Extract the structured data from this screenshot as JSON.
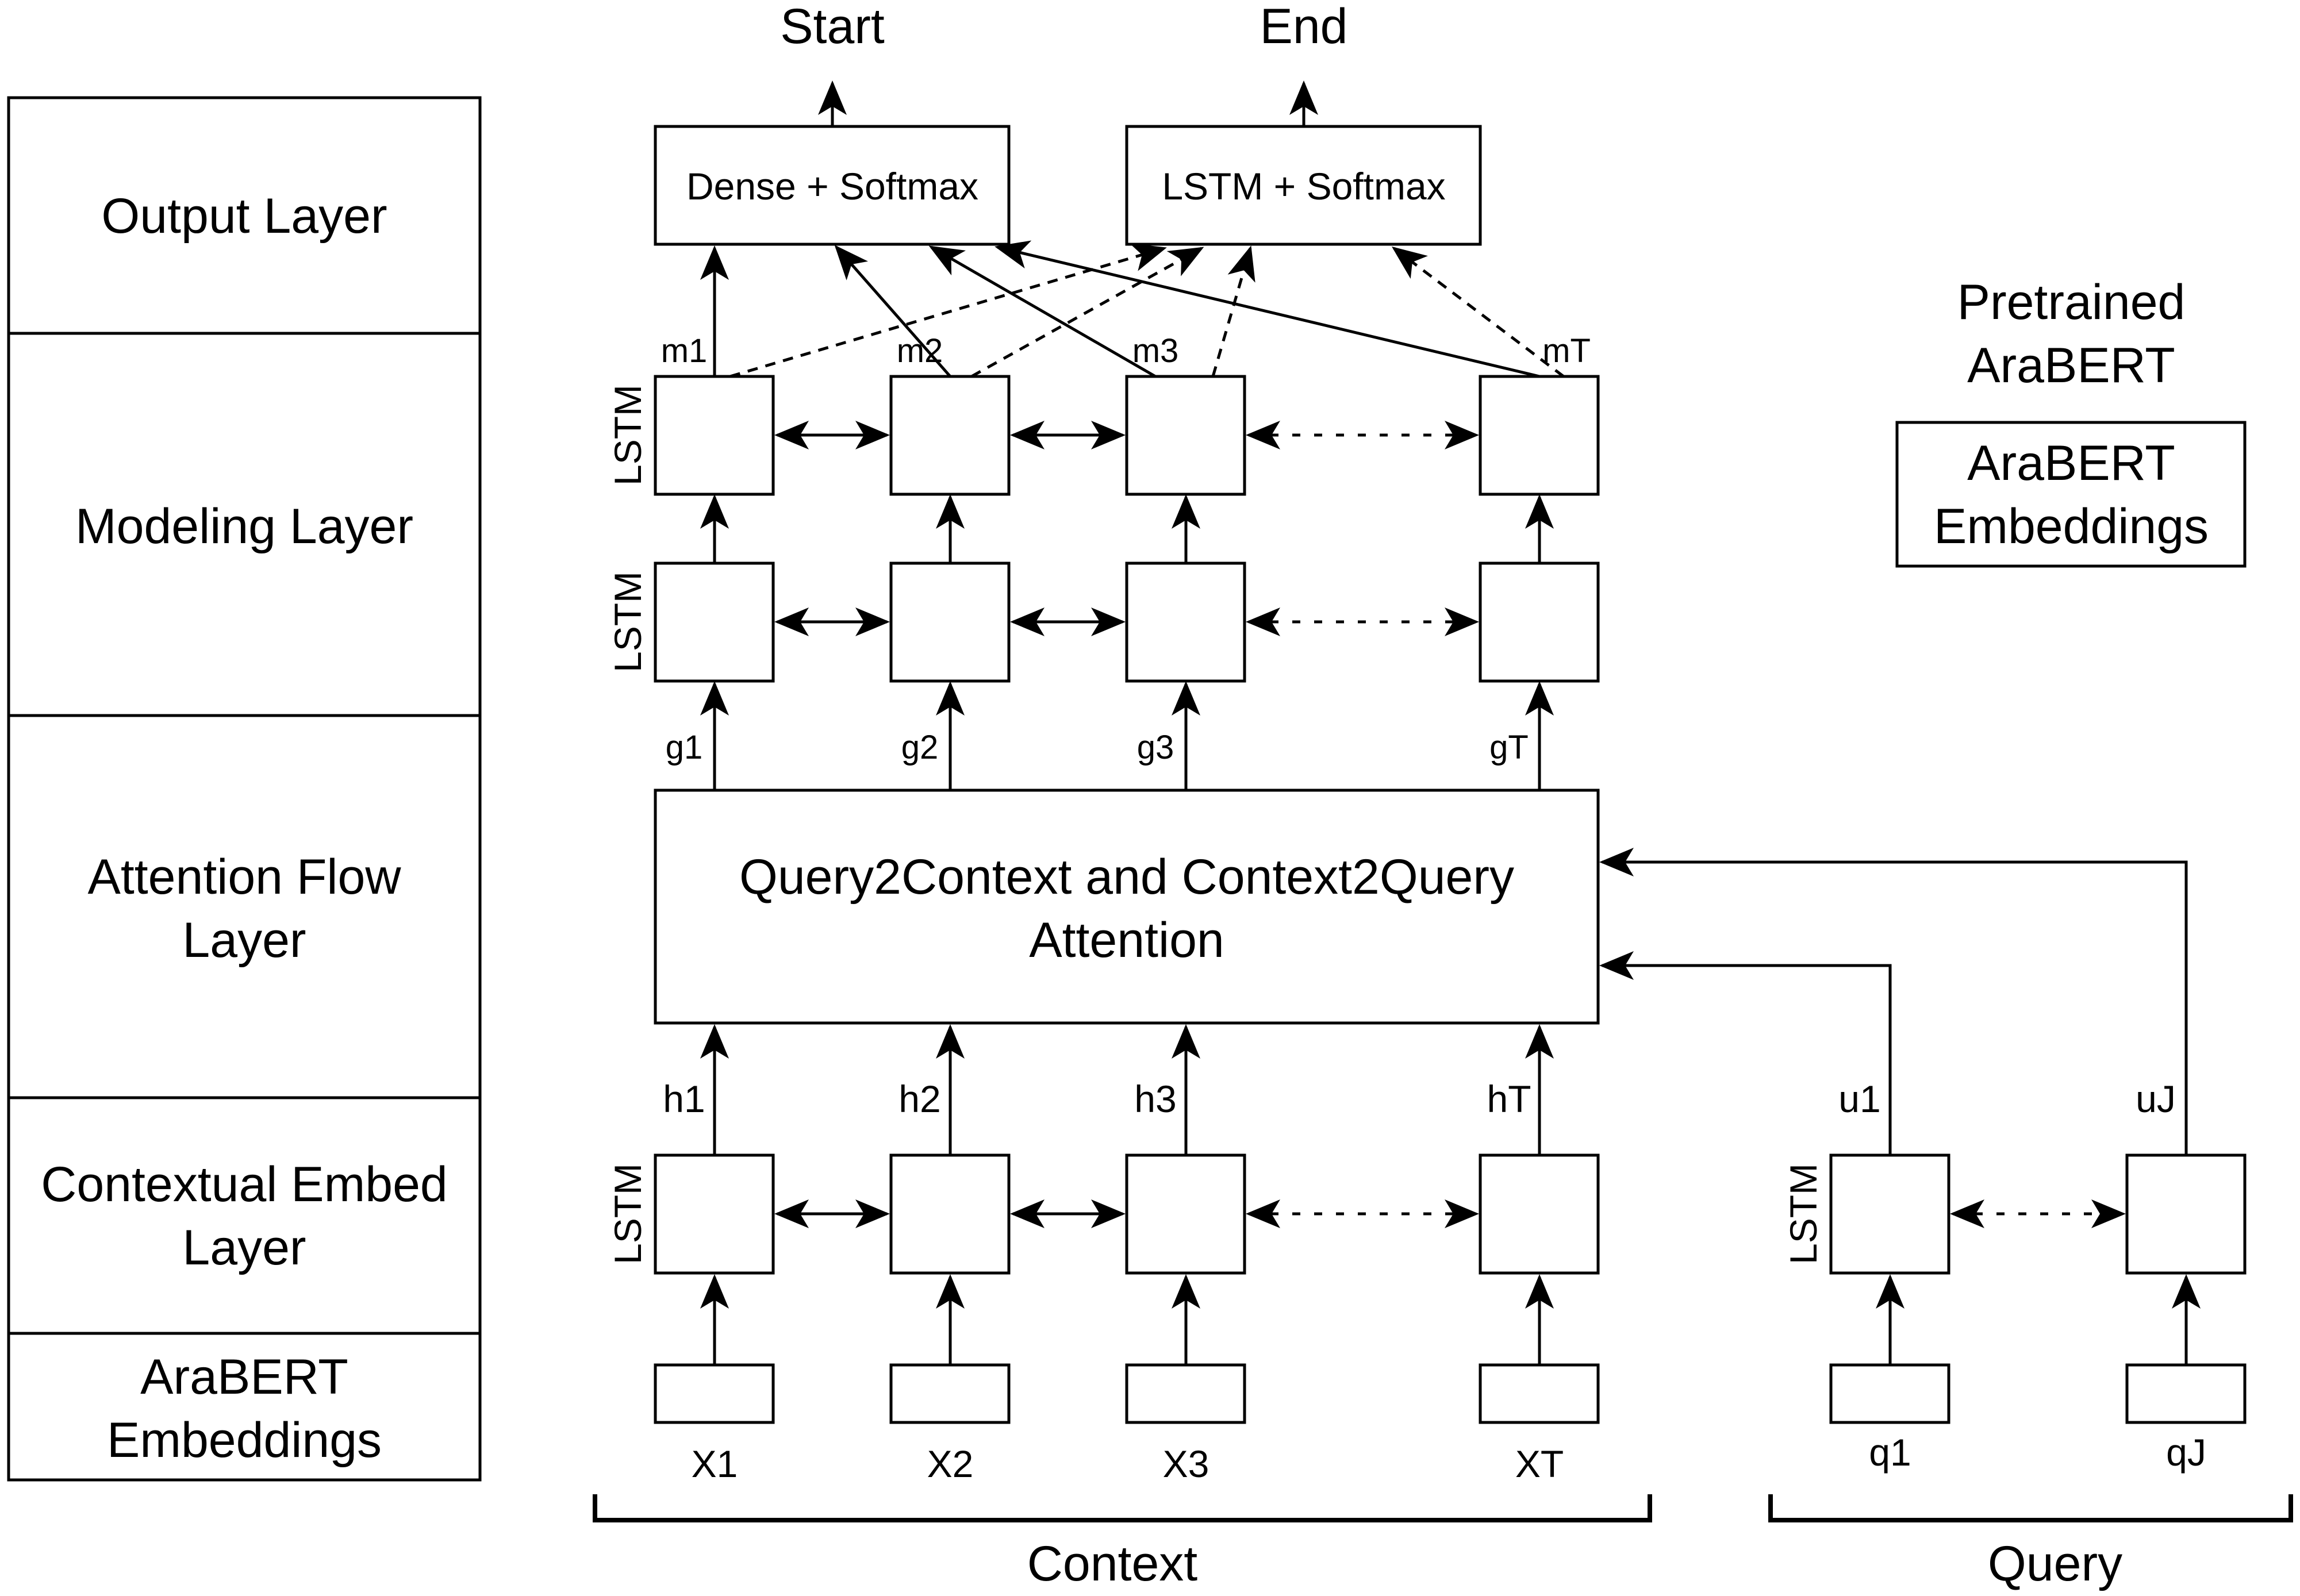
{
  "layers": {
    "output": "Output Layer",
    "modeling": "Modeling Layer",
    "attention_line1": "Attention Flow",
    "attention_line2": "Layer",
    "contextual_line1": "Contextual Embed",
    "contextual_line2": "Layer",
    "embed_line1": "AraBERT",
    "embed_line2": "Embeddings"
  },
  "outputs": {
    "start": "Start",
    "end": "End",
    "dense": "Dense + Softmax",
    "lstm_softmax": "LSTM + Softmax"
  },
  "lstm_label": "LSTM",
  "modeling_outputs": [
    "m1",
    "m2",
    "m3",
    "mT"
  ],
  "attention_outputs": [
    "g1",
    "g2",
    "g3",
    "gT"
  ],
  "attention_box": {
    "line1": "Query2Context and Context2Query",
    "line2": "Attention"
  },
  "context_hidden": [
    "h1",
    "h2",
    "h3",
    "hT"
  ],
  "context_inputs": [
    "X1",
    "X2",
    "X3",
    "XT"
  ],
  "query_hidden": [
    "u1",
    "uJ"
  ],
  "query_inputs": [
    "q1",
    "qJ"
  ],
  "legend": {
    "title_line1": "Pretrained",
    "title_line2": "AraBERT",
    "box_line1": "AraBERT",
    "box_line2": "Embeddings"
  },
  "braces": {
    "context": "Context",
    "query": "Query"
  }
}
